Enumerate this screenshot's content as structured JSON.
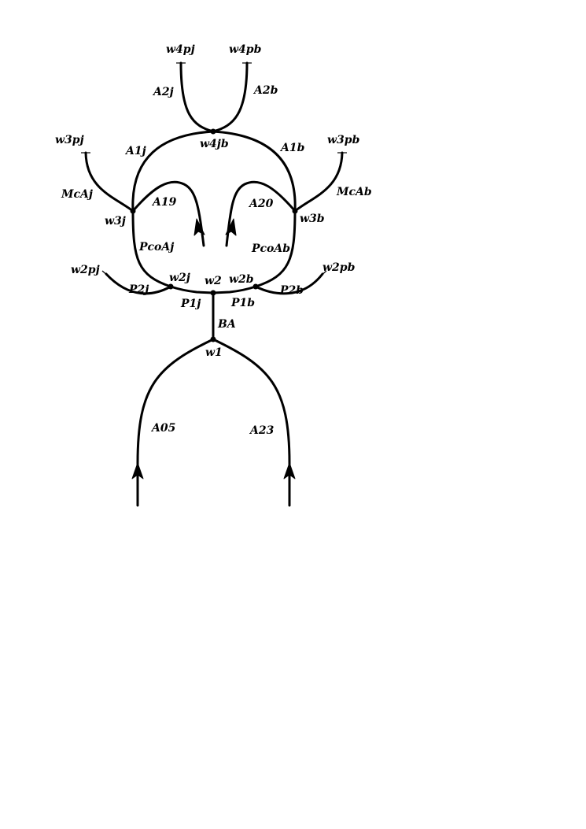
{
  "labels": {
    "w4pj": "w4pj",
    "w4pb": "w4pb",
    "A2j": "A2j",
    "A2b": "A2b",
    "w4jb": "w4jb",
    "A1j": "A1j",
    "A1b": "A1b",
    "w3pj": "w3pj",
    "w3pb": "w3pb",
    "McAj": "McAj",
    "McAb": "McAb",
    "A19": "A19",
    "A20": "A20",
    "w3j": "w3j",
    "w3b": "w3b",
    "PcoAj": "PcoAj",
    "PcoAb": "PcoAb",
    "w2pj": "w2pj",
    "w2pb": "w2pb",
    "w2j": "w2j",
    "w2": "w2",
    "w2b": "w2b",
    "P2j": "P2j",
    "P2b": "P2b",
    "P1j": "P1j",
    "P1b": "P1b",
    "BA": "BA",
    "w1": "w1",
    "A05": "A05",
    "A23": "A23"
  }
}
